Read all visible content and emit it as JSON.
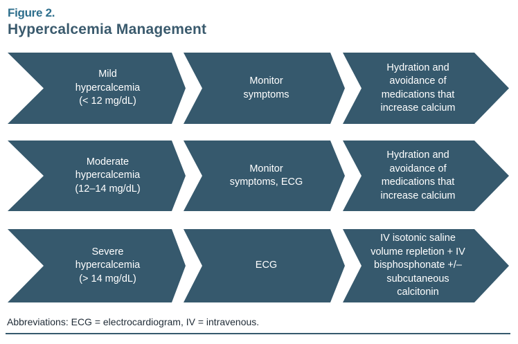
{
  "figure": {
    "label": "Figure 2.",
    "title": "Hypercalcemia Management"
  },
  "flow": {
    "rows": [
      {
        "steps": [
          {
            "text": "Mild\nhypercalcemia\n(< 12 mg/dL)"
          },
          {
            "text": "Monitor\nsymptoms"
          },
          {
            "text": "Hydration and\navoidance of\nmedications that\nincrease calcium"
          }
        ]
      },
      {
        "steps": [
          {
            "text": "Moderate\nhypercalcemia\n(12–14 mg/dL)"
          },
          {
            "text": "Monitor\nsymptoms, ECG"
          },
          {
            "text": "Hydration and\navoidance of\nmedications that\nincrease calcium"
          }
        ]
      },
      {
        "steps": [
          {
            "text": "Severe\nhypercalcemia\n(> 14 mg/dL)"
          },
          {
            "text": "ECG"
          },
          {
            "text": "IV isotonic saline\nvolume repletion + IV\nbisphosphonate +/–\nsubcutaneous\ncalcitonin"
          }
        ]
      }
    ]
  },
  "footnote": "Abbreviations: ECG = electrocardiogram, IV = intravenous.",
  "colors": {
    "arrow-fill": "#36596D",
    "label-color": "#2D6E8C",
    "title-color": "#3A5A6D",
    "footnote-color": "#1E2A35",
    "rule-color": "#36596D",
    "arrow-text-color": "#FFFFFF"
  }
}
